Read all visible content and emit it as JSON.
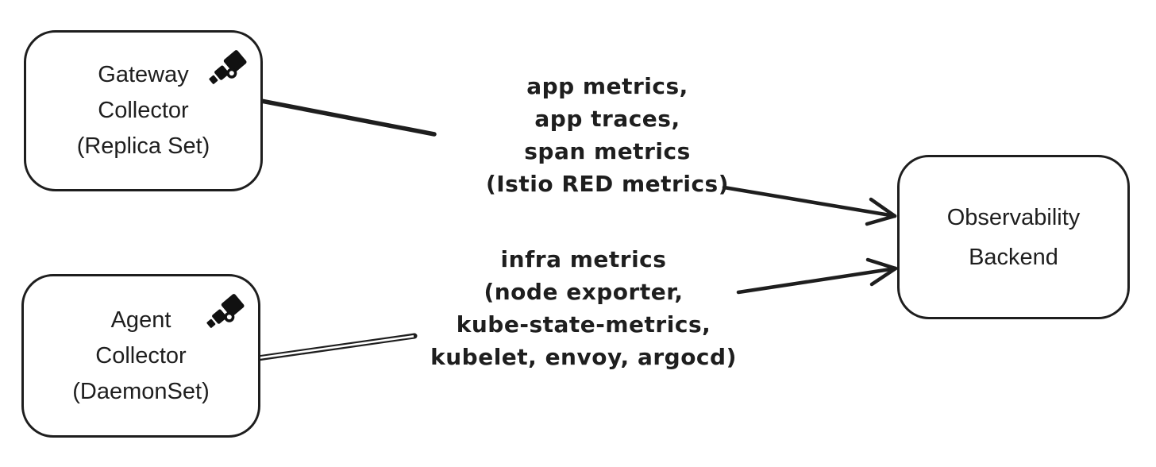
{
  "diagram": {
    "colors": {
      "stroke": "#1e1e1e",
      "background": "#ffffff",
      "text": "#1e1e1e"
    },
    "nodes": [
      {
        "id": "gateway-collector",
        "icon": "telescope-icon",
        "lines": [
          "Gateway",
          "Collector",
          "(Replica Set)"
        ]
      },
      {
        "id": "agent-collector",
        "icon": "telescope-icon",
        "lines": [
          "Agent",
          "Collector",
          "(DaemonSet)"
        ]
      },
      {
        "id": "observability-backend",
        "lines": [
          "Observability",
          "Backend"
        ]
      }
    ],
    "edges": [
      {
        "from": "gateway-collector",
        "to": "observability-backend",
        "arrowhead": "open-v",
        "label_lines": [
          "app metrics,",
          "app traces,",
          "span metrics",
          "(Istio RED metrics)"
        ]
      },
      {
        "from": "agent-collector",
        "to": "observability-backend",
        "arrowhead": "open-v",
        "line_style": "double",
        "label_lines": [
          "infra metrics",
          "(node exporter,",
          "kube-state-metrics,",
          "kubelet, envoy, argocd)"
        ]
      }
    ]
  }
}
